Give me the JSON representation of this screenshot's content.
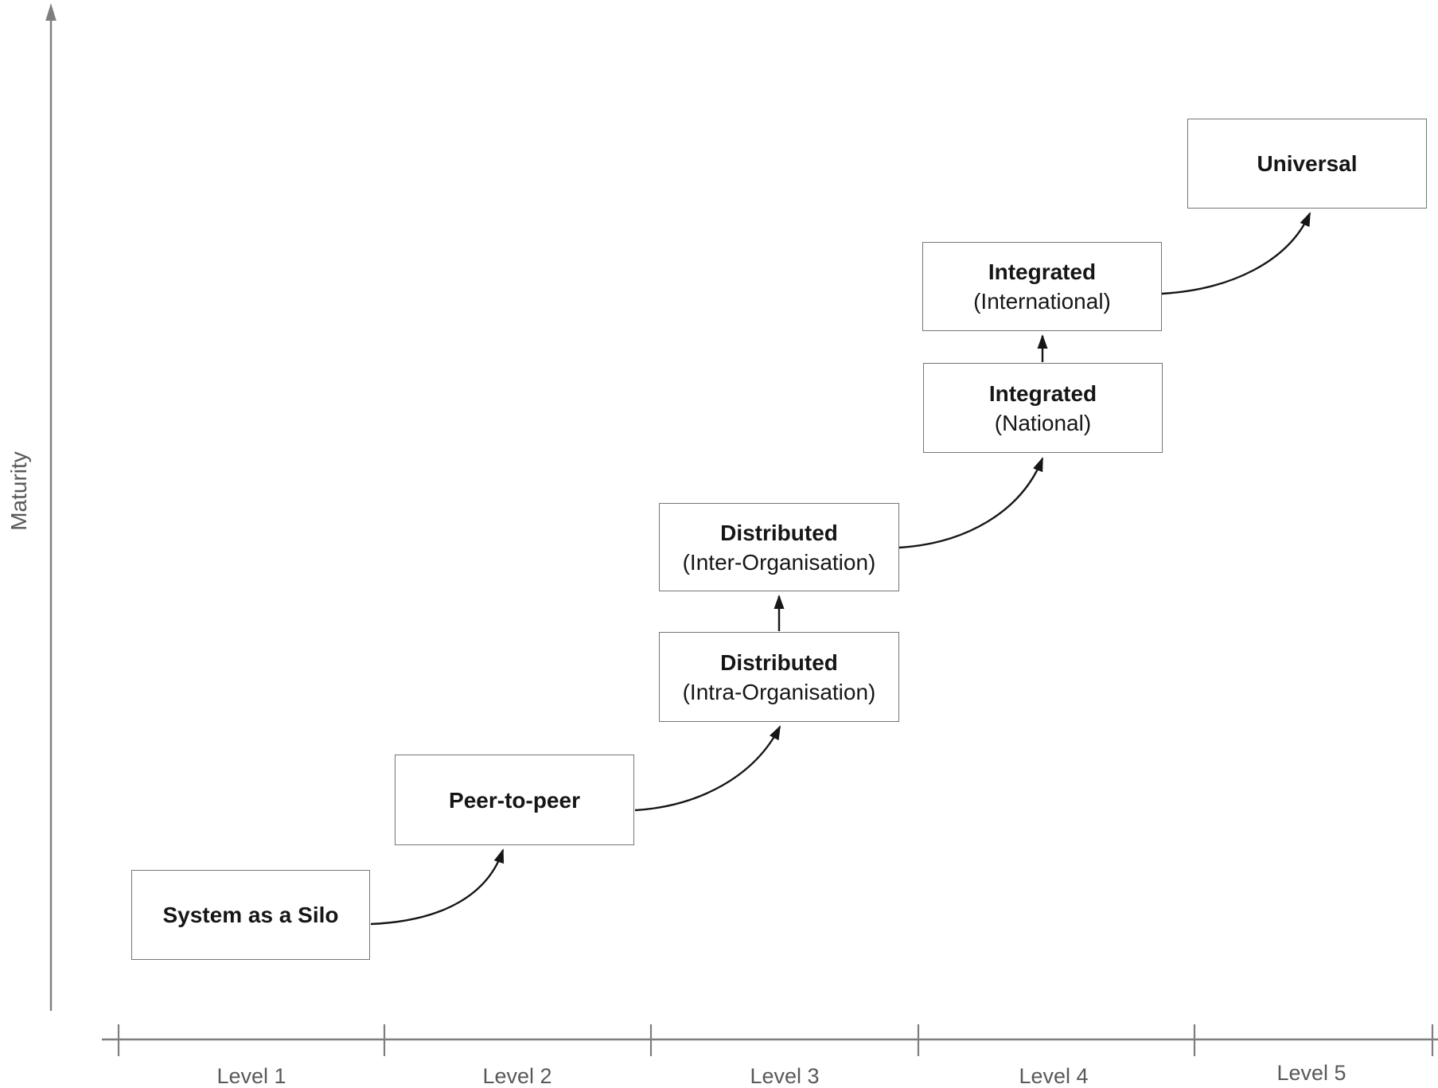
{
  "y_axis": {
    "label": "Maturity"
  },
  "x_axis": {
    "labels": [
      "Level 1",
      "Level 2",
      "Level 3",
      "Level 4",
      "Level 5"
    ]
  },
  "stages": [
    {
      "title": "System as a Silo",
      "subtitle": "",
      "level": "Level 1"
    },
    {
      "title": "Peer-to-peer",
      "subtitle": "",
      "level": "Level 2"
    },
    {
      "title": "Distributed",
      "subtitle": "(Intra-Organisation)",
      "level": "Level 3"
    },
    {
      "title": "Distributed",
      "subtitle": "(Inter-Organisation)",
      "level": "Level 3"
    },
    {
      "title": "Integrated",
      "subtitle": "(National)",
      "level": "Level 4"
    },
    {
      "title": "Integrated",
      "subtitle": "(International)",
      "level": "Level 4"
    },
    {
      "title": "Universal",
      "subtitle": "",
      "level": "Level 5"
    }
  ],
  "colors": {
    "background": "#ffffff",
    "box_border": "#757575",
    "box_text": "#161616",
    "arrow": "#161616",
    "axis": "#7e7e7e",
    "axis_text": "#595959"
  }
}
